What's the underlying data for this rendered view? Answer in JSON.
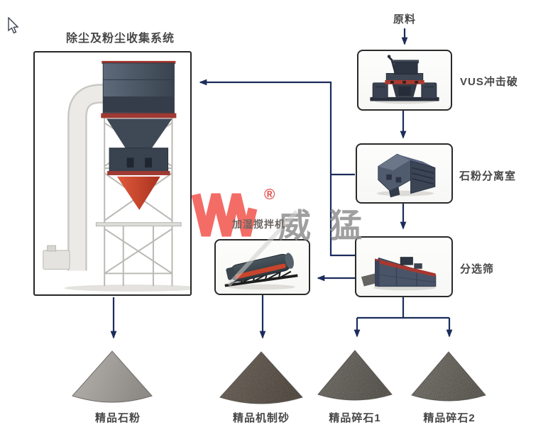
{
  "diagram": {
    "dust_system_title": "除尘及粉尘收集系统",
    "source_label": "原料",
    "stages": [
      {
        "id": "vus-crusher",
        "label": "VUS冲击破"
      },
      {
        "id": "powder-separator",
        "label": "石粉分离室"
      },
      {
        "id": "sorting-screen",
        "label": "分选筛"
      },
      {
        "id": "humidifying-mixer",
        "label": "加湿搅拌机"
      }
    ],
    "outputs": [
      {
        "label": "精品石粉"
      },
      {
        "label": "精品机制砂"
      },
      {
        "label": "精品碎石1"
      },
      {
        "label": "精品碎石2"
      }
    ],
    "watermark": {
      "brand": "威猛",
      "registered": "®"
    },
    "colors": {
      "arrow": "#1b2c5c",
      "box_border": "#2a2a2a",
      "label_text": "#474747",
      "logo_red": "#f35f59",
      "machine_red": "#a83730",
      "machine_body": "#46505f",
      "pile_powder": "#a5a29d",
      "pile_sand": "#7f766c",
      "pile_gravel1": "#86817a",
      "pile_gravel2": "#8c877f"
    }
  }
}
